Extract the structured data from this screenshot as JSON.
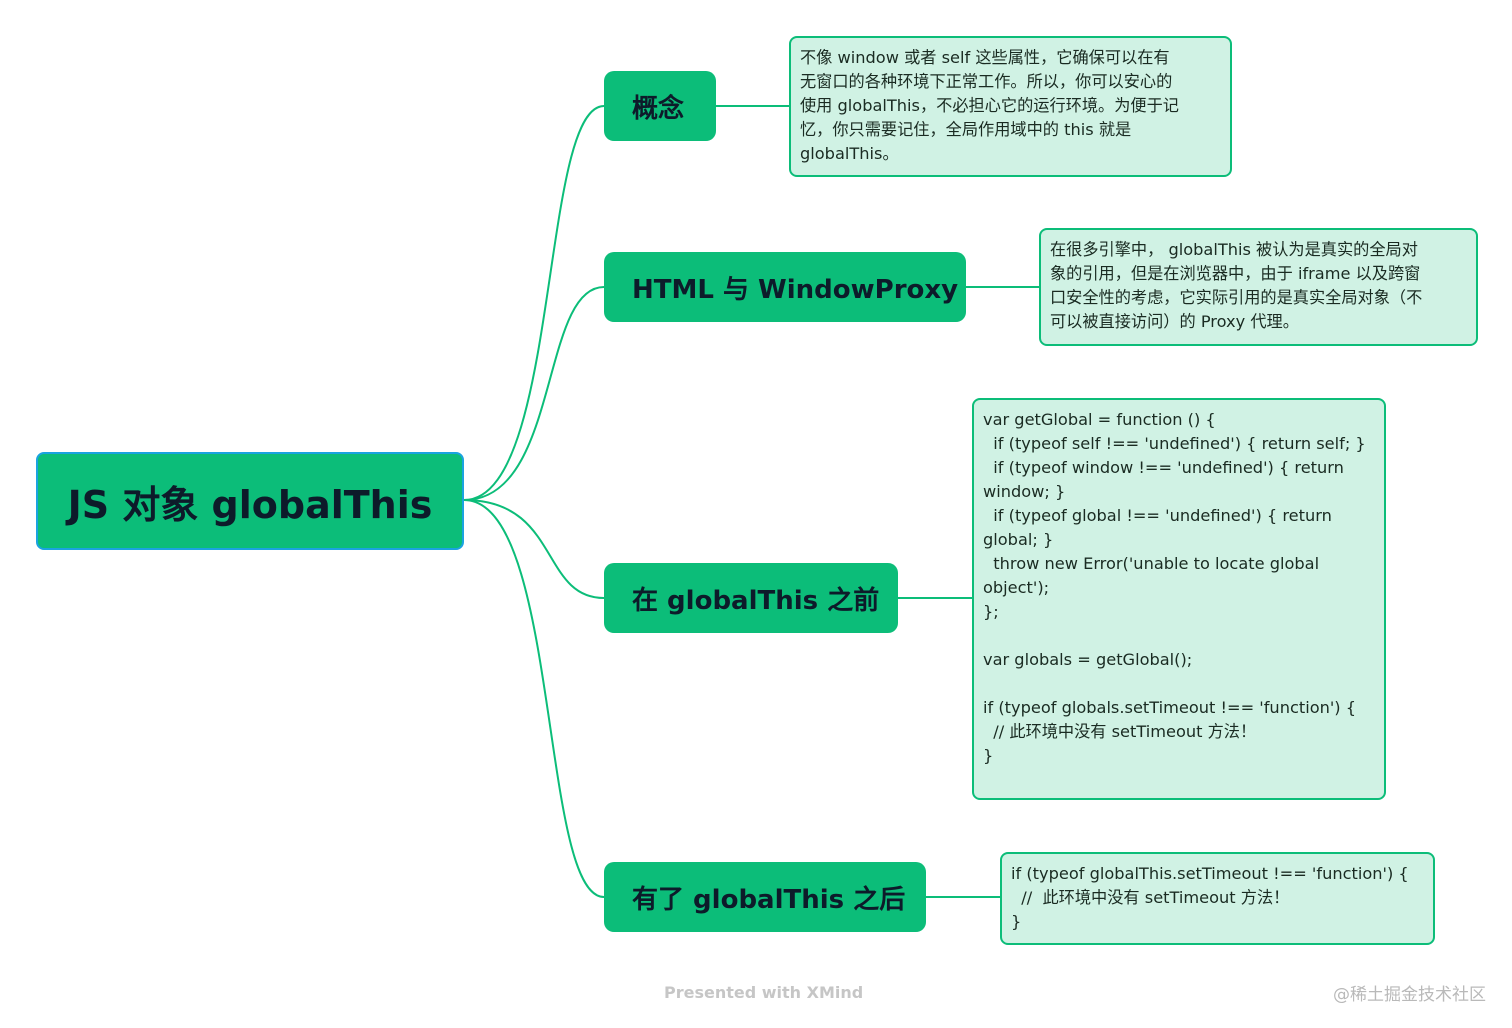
{
  "root": {
    "label": "JS 对象 globalThis"
  },
  "branches": [
    {
      "label": "概念",
      "note": [
        "不像 window 或者 self 这些属性，它确保可以在有",
        "无窗口的各种环境下正常工作。所以，你可以安心的",
        "使用 globalThis，不必担心它的运行环境。为便于记",
        "忆，你只需要记住，全局作用域中的 this 就是",
        "globalThis。"
      ]
    },
    {
      "label": "HTML 与 WindowProxy",
      "note": [
        "在很多引擎中， globalThis 被认为是真实的全局对",
        "象的引用，但是在浏览器中，由于 iframe 以及跨窗",
        "口安全性的考虑，它实际引用的是真实全局对象（不",
        "可以被直接访问）的 Proxy 代理。"
      ]
    },
    {
      "label": "在 globalThis 之前",
      "note": [
        "var getGlobal = function () {",
        "  if (typeof self !== 'undefined') { return self; }",
        "  if (typeof window !== 'undefined') { return",
        "window; }",
        "  if (typeof global !== 'undefined') { return",
        "global; }",
        "  throw new Error('unable to locate global",
        "object');",
        "};",
        "",
        "var globals = getGlobal();",
        "",
        "if (typeof globals.setTimeout !== 'function') {",
        "  // 此环境中没有 setTimeout 方法！",
        "}"
      ]
    },
    {
      "label": "有了 globalThis 之后",
      "note": [
        "if (typeof globalThis.setTimeout !== 'function') {",
        "  //  此环境中没有 setTimeout 方法！",
        "}"
      ]
    }
  ],
  "footer": "Presented with XMind",
  "watermark": "@稀土掘金技术社区",
  "colors": {
    "node": "#0cbd79",
    "note_bg": "#d0f2e4",
    "line": "#0cbd79",
    "root_border": "#1aa3e0"
  }
}
